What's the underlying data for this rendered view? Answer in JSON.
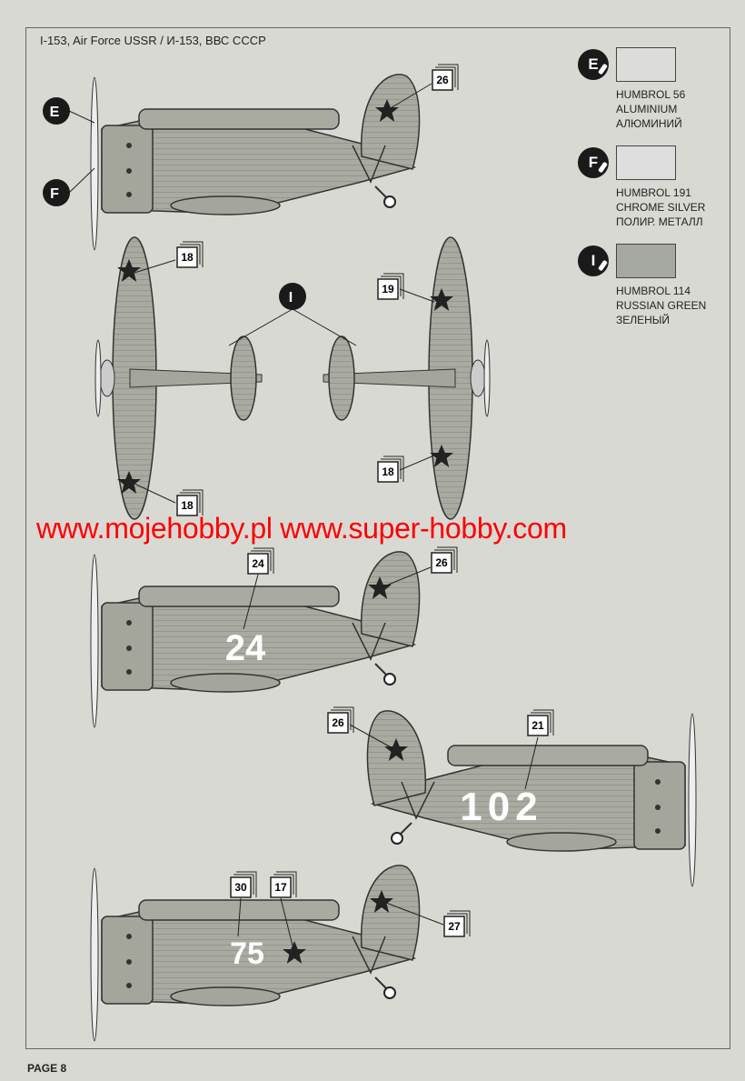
{
  "title": "I-153, Air Force USSR / И-153, ВВС СССР",
  "page_label": "PAGE 8",
  "watermark": "www.mojehobby.pl www.super-hobby.com",
  "colors": {
    "aircraft": "#a9aba1",
    "swatch_aluminium": "#dcdcd8",
    "swatch_chrome": "#dedede",
    "swatch_green": "#a6a8a2",
    "watermark": "#ff0000"
  },
  "paints": [
    {
      "letter": "E",
      "code": "HUMBROL 56",
      "name_en": "ALUMINIUM",
      "name_ru": "АЛЮМИНИЙ"
    },
    {
      "letter": "F",
      "code": "HUMBROL 191",
      "name_en": "CHROME SILVER",
      "name_ru": "ПОЛИР. МЕТАЛЛ"
    },
    {
      "letter": "I",
      "code": "HUMBROL 114",
      "name_en": "RUSSIAN GREEN",
      "name_ru": "ЗЕЛЕНЫЙ"
    }
  ],
  "decals": {
    "a1_tail": "26",
    "top_wing_upper": "18",
    "top_wing_lower": "18",
    "bottom_wing_upper": "19",
    "bottom_wing_lower": "18",
    "a3_fuselage": "24",
    "a3_tail": "26",
    "a4_tail": "26",
    "a4_fuselage": "21",
    "a5_a": "30",
    "a5_b": "17",
    "a5_tail": "27"
  },
  "fuselage_numbers": {
    "a3": "24",
    "a4": "102",
    "a5": "75"
  }
}
